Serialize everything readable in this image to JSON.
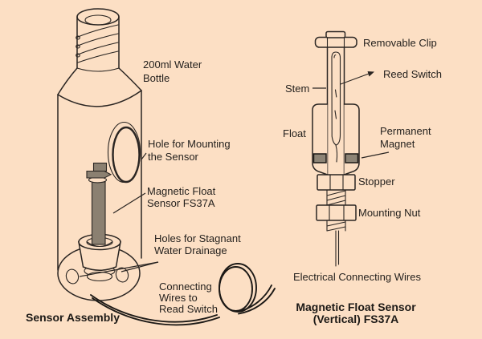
{
  "colors": {
    "background": "#fcdfc4",
    "line": "#2a2522",
    "rod_gray": "#8b8071",
    "magnet_gray": "#8d8476",
    "text": "#221f1c"
  },
  "sensor_assembly": {
    "caption": "Sensor Assembly",
    "labels": {
      "bottle_line1": "200ml Water",
      "bottle_line2": "Bottle",
      "hole_line1": "Hole for Mounting",
      "hole_line2": "the Sensor",
      "float_sensor_line1": "Magnetic Float",
      "float_sensor_line2": "Sensor FS37A",
      "drainage_line1": "Holes for Stagnant",
      "drainage_line2": "Water Drainage",
      "wires_line1": "Connecting",
      "wires_line2": "Wires to",
      "wires_line3": "Read Switch"
    }
  },
  "vertical_sensor": {
    "caption_line1": "Magnetic Float Sensor",
    "caption_line2": "(Vertical) FS37A",
    "labels": {
      "removable_clip": "Removable Clip",
      "reed_switch": "Reed Switch",
      "stem": "Stem",
      "float": "Float",
      "magnet_line1": "Permanent",
      "magnet_line2": "Magnet",
      "stopper": "Stopper",
      "mounting_nut": "Mounting Nut",
      "wires": "Electrical Connecting Wires"
    }
  }
}
